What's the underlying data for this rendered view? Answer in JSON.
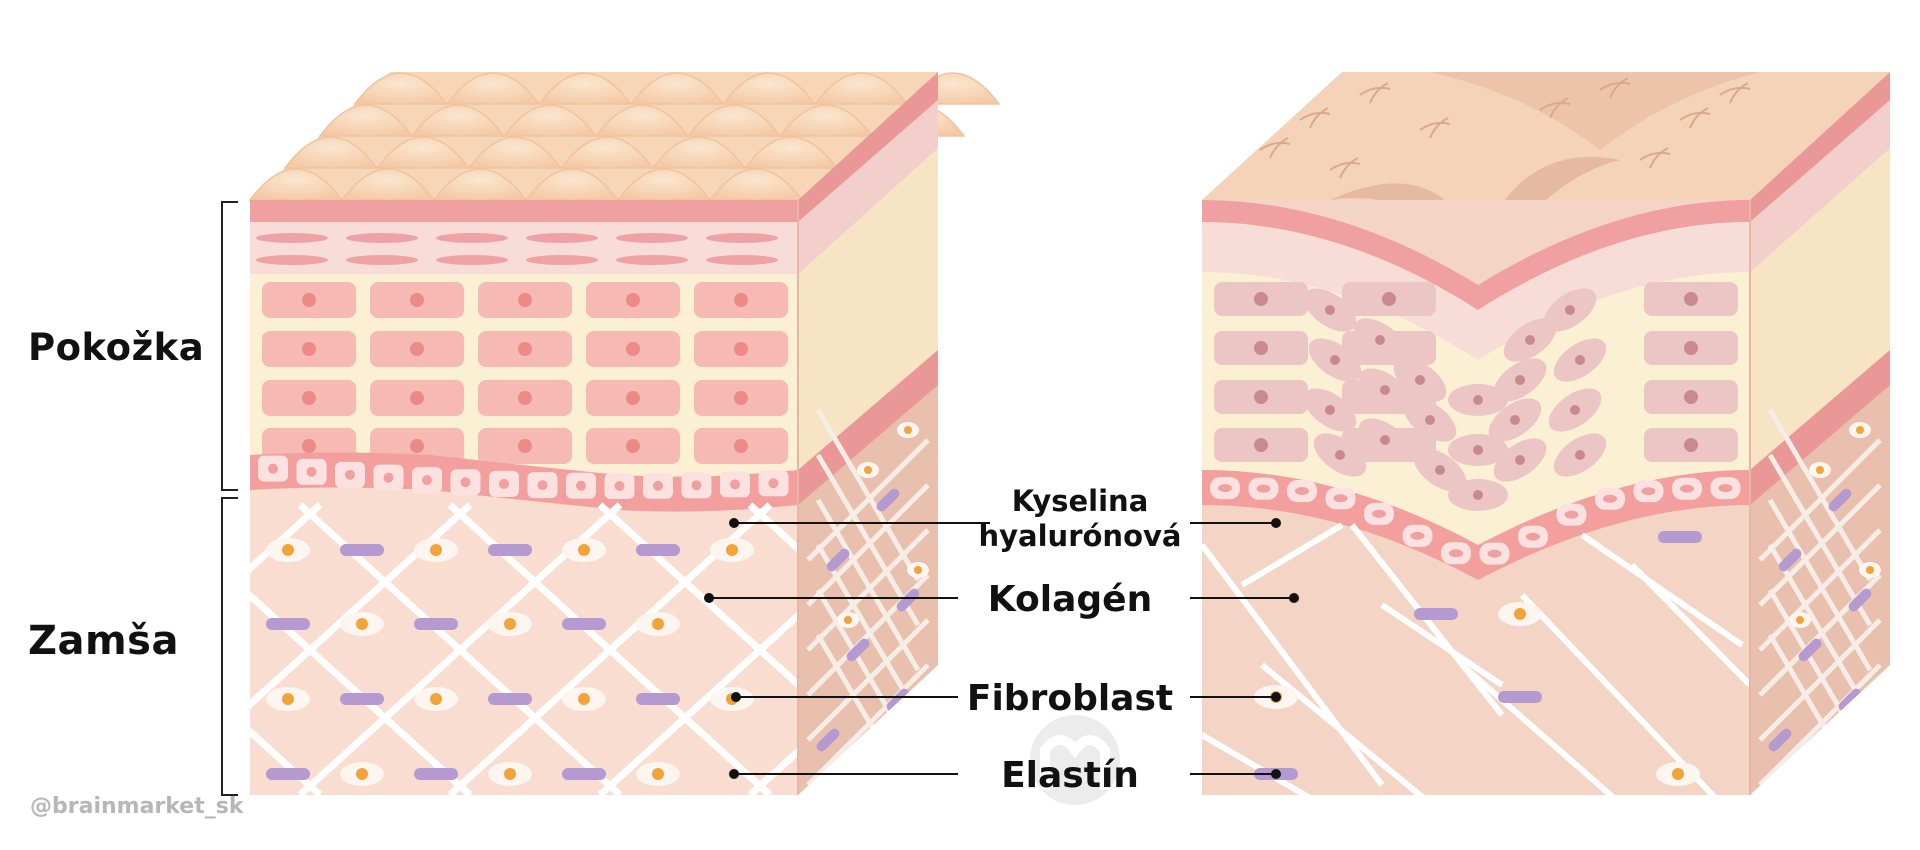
{
  "layers": {
    "epidermis": "Pokožka",
    "dermis": "Zamša"
  },
  "callouts": {
    "hyaluronic_line1": "Kyselina",
    "hyaluronic_line2": "hyalurónová",
    "collagen": "Kolagén",
    "fibroblast": "Fibroblast",
    "elastin": "Elastín"
  },
  "watermark": "@brainmarket_sk",
  "colors": {
    "stratum_top": "#f9d9bd",
    "stratum_stripe": "#f0a0a0",
    "granular": "#f8dcd8",
    "spinous_bg": "#fcf0d4",
    "cell": "#f7b9b3",
    "basal": "#f29f9d",
    "dermis": "#f9ddd0",
    "dermis_side": "#e9c0ad",
    "collagen": "#ffffff",
    "fibroblast": "#f2a33a",
    "elastin": "#b49ad0",
    "aged_cell": "#ebc6c4"
  }
}
